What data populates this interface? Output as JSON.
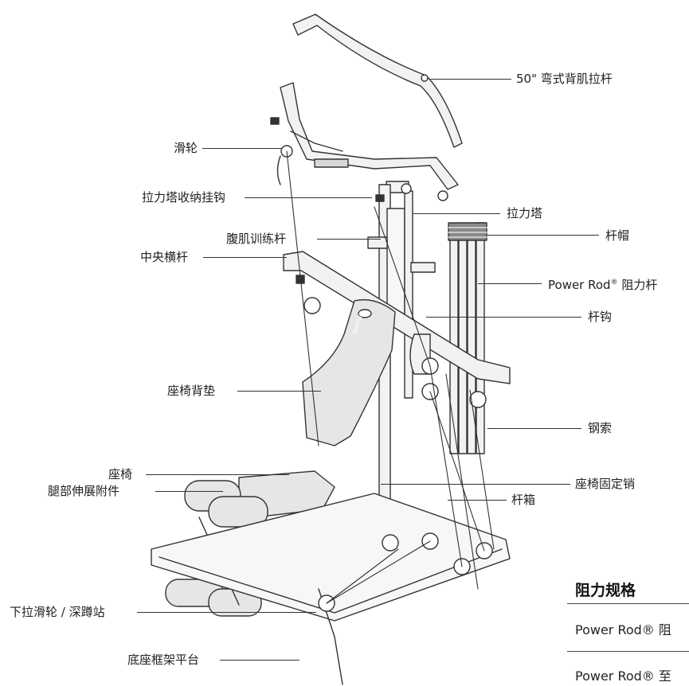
{
  "labels": {
    "lat_bar": "50\" 弯式背肌拉杆",
    "pulley": "滑轮",
    "tower_hook": "拉力塔收纳挂钩",
    "tower": "拉力塔",
    "ab_bar": "腹肌训练杆",
    "rod_cap": "杆帽",
    "center_crossbar": "中央横杆",
    "power_rod": "Power Rod",
    "power_rod_suffix": "阻力杆",
    "rod_hook": "杆钩",
    "seat_back": "座椅背垫",
    "cable": "钢索",
    "seat": "座椅",
    "seat_pin": "座椅固定销",
    "rod_box": "杆箱",
    "leg_ext": "腿部伸展附件",
    "squat_station": "下拉滑轮 / 深蹲站",
    "base_frame": "底座框架平台"
  },
  "spec": {
    "title": "阻力规格",
    "row1": "Power Rod® 阻",
    "row2": "Power Rod® 至"
  },
  "brand_badge": "BOWFLEX",
  "colors": {
    "line": "#333333",
    "metal": "#f2f2f2",
    "pad": "#e6e6e6"
  }
}
